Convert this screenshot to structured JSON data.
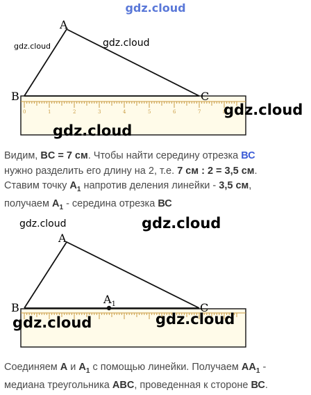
{
  "header": {
    "site": "gdz.cloud"
  },
  "watermarks": {
    "fig1_left": "gdz.cloud",
    "fig1_mid": "gdz.cloud",
    "fig1_right": "gdz.cloud",
    "fig1_bottom": "gdz.cloud",
    "mid_left": "gdz.cloud",
    "mid_center": "gdz.cloud",
    "fig2_left": "gdz.cloud",
    "fig2_right": "gdz.cloud"
  },
  "figure1": {
    "labels": {
      "A": "A",
      "B": "B",
      "C": "C"
    },
    "ruler_ticks": [
      "0",
      "1",
      "2",
      "3",
      "4",
      "5",
      "6",
      "7",
      "8"
    ]
  },
  "figure2": {
    "labels": {
      "A": "A",
      "B": "B",
      "C": "C",
      "A1": "A",
      "A1_sub": "1"
    }
  },
  "paragraph1": {
    "l1_a": "Видим, ",
    "l1_b": "BC = 7 см",
    "l1_c": ". Чтобы найти середину отрезка ",
    "l1_d": "ВС",
    "l2_a": "нужно разделить его длину на 2, т.е. ",
    "l2_b": "7 см : 2 = 3,5 см",
    "l2_c": ".",
    "l3_a": "Ставим точку ",
    "l3_b": "A",
    "l3_b_sub": "1",
    "l3_c": " напротив деления линейки - ",
    "l3_d": "3,5 см",
    "l3_e": ",",
    "l4_a": "получаем ",
    "l4_b": "A",
    "l4_b_sub": "1",
    "l4_c": " - середина отрезка ",
    "l4_d": "ВС"
  },
  "paragraph2": {
    "l1_a": "Соединяем ",
    "l1_b": "А",
    "l1_c": " и ",
    "l1_d": "A",
    "l1_d_sub": "1",
    "l1_e": " с помощью линейки. Получаем ",
    "l1_f": "AA",
    "l1_f_sub": "1",
    "l1_g": " -",
    "l2_a": "медиана треугольника ",
    "l2_b": "ABC",
    "l2_c": ", проведенная к стороне ",
    "l2_d": "ВС",
    "l2_e": "."
  }
}
